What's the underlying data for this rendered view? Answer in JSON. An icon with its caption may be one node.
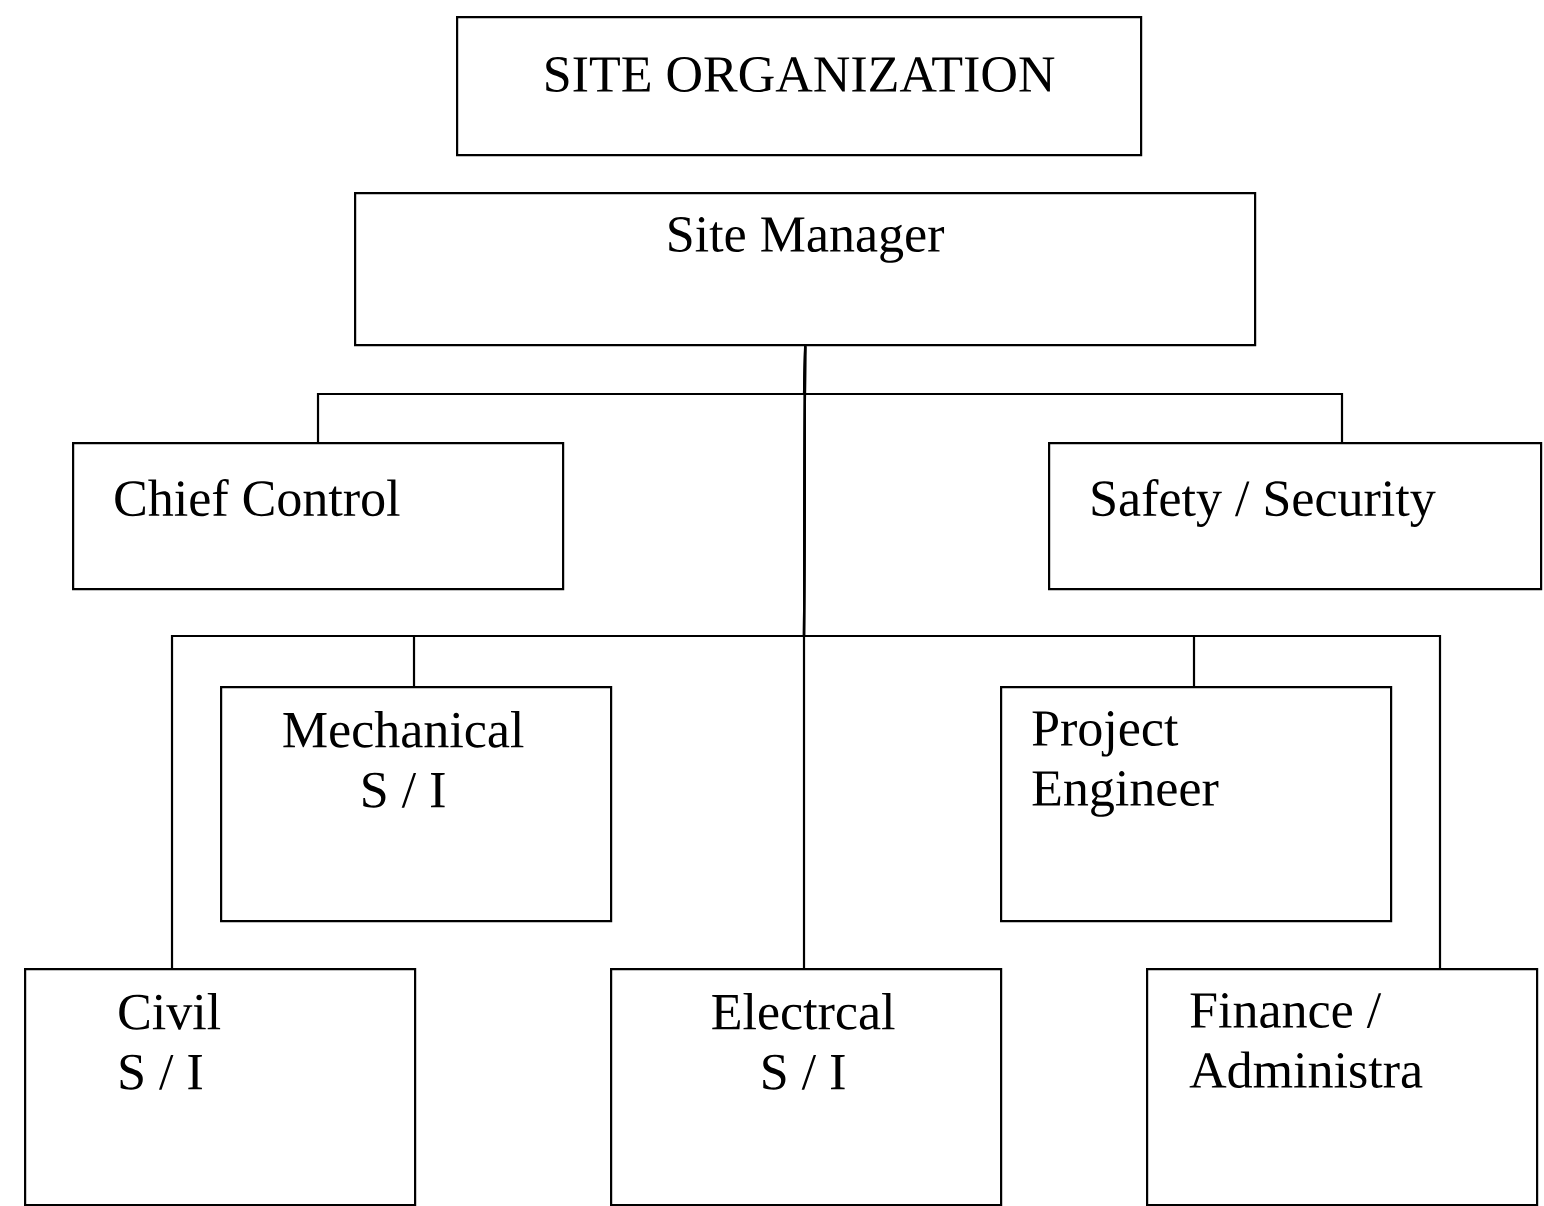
{
  "diagram": {
    "nodes": [
      {
        "text": [
          "SITE ORGANIZATION"
        ]
      },
      {
        "text": [
          "Site Manager"
        ]
      },
      {
        "text": [
          "Chief Control"
        ]
      },
      {
        "text": [
          "Safety / Security"
        ]
      },
      {
        "text": [
          "Mechanical S / I"
        ]
      },
      {
        "text": [
          "Project Engineer"
        ]
      },
      {
        "text": [
          "Civil S / I"
        ]
      },
      {
        "text": [
          "Electrcal S / I"
        ]
      },
      {
        "text": [
          "Finance / Administra"
        ]
      }
    ],
    "edges": [
      {
        "from": 1,
        "to": 2,
        "arrow": "none"
      },
      {
        "from": 1,
        "to": 3,
        "arrow": "none"
      },
      {
        "from": 1,
        "to": 4,
        "arrow": "none"
      },
      {
        "from": 1,
        "to": 5,
        "arrow": "none"
      },
      {
        "from": 1,
        "to": 6,
        "arrow": "none"
      },
      {
        "from": 1,
        "to": 7,
        "arrow": "none"
      },
      {
        "from": 1,
        "to": 8,
        "arrow": "none"
      }
    ]
  }
}
